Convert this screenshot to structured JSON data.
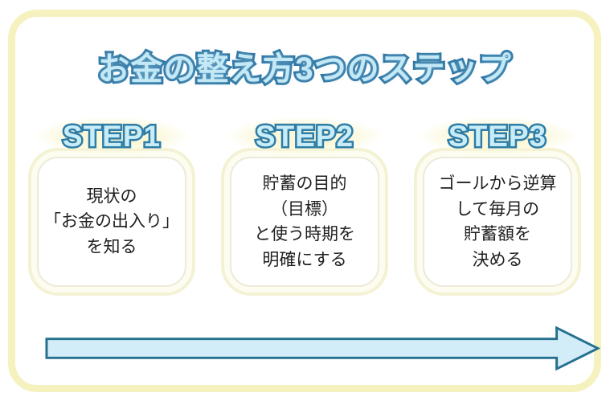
{
  "title": "お金の整え方3つのステップ",
  "steps": [
    {
      "label": "STEP1",
      "body": "現状の\n「お金の出入り」\nを知る"
    },
    {
      "label": "STEP2",
      "body": "貯蓄の目的\n（目標）\nと使う時期を\n明確にする"
    },
    {
      "label": "STEP3",
      "body": "ゴールから逆算\nして毎月の\n貯蓄額を\n決める"
    }
  ],
  "icons": {
    "flow_arrow": "right-arrow"
  },
  "colors": {
    "frame_border": "#f5f2c0",
    "title_fill": "#c3e8f6",
    "title_stroke": "#2b73a1",
    "step_label_fill": "#c8ecf8",
    "step_label_stroke": "#2e7da6",
    "card_ring": "#f4f2d4",
    "card_border": "#ecead9",
    "body_text": "#1f1f1f",
    "arrow_fill": "#d2ecf8",
    "arrow_stroke": "#26708f",
    "background": "#ffffff"
  }
}
